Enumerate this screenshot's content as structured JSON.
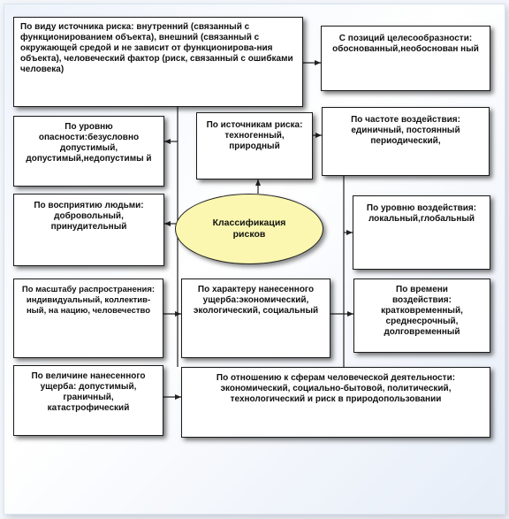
{
  "center": {
    "label": "Классификация рисков"
  },
  "boxes": {
    "source_type": "По виду источника риска: внутренний (связанный с функционированием объекта), внешний (связанный с окружающей средой и не зависит от функционирова-ния объекта), человеческий фактор (риск, связанный с ошибками человека)",
    "expediency": "С позиций целесообразности: обоснованный,необоснован ный",
    "danger_level": "По уровню опасности:безусловно допустимый, допустимый,недопустимы й",
    "risk_sources": "По источникам риска: техногенный, природный",
    "frequency": "По частоте воздействия: единичный, постоянный периодический,",
    "perception": "По восприятию людьми: добровольный, принудительный",
    "impact_level": "По уровню воздействия: локальный,глобальный",
    "scale": "По масштабу распространения: индивидуальный, коллектив-ный, на нацию, человечество",
    "damage_nature": "По характеру нанесенного ущерба:экономический, экологический, социальный",
    "impact_time": "По времени воздействия: кратковременный, среднесрочный, долговременный",
    "damage_size": "По величине нанесенного ущерба: допустимый, граничный, катастрофический",
    "spheres": "По отношению к сферам человеческой деятельности: экономический, социально-бытовой, политический, технологический и риск в природопользовании"
  },
  "colors": {
    "ellipse_fill": "#fbf7b0",
    "box_border": "#1a1a1a",
    "line": "#222222"
  }
}
